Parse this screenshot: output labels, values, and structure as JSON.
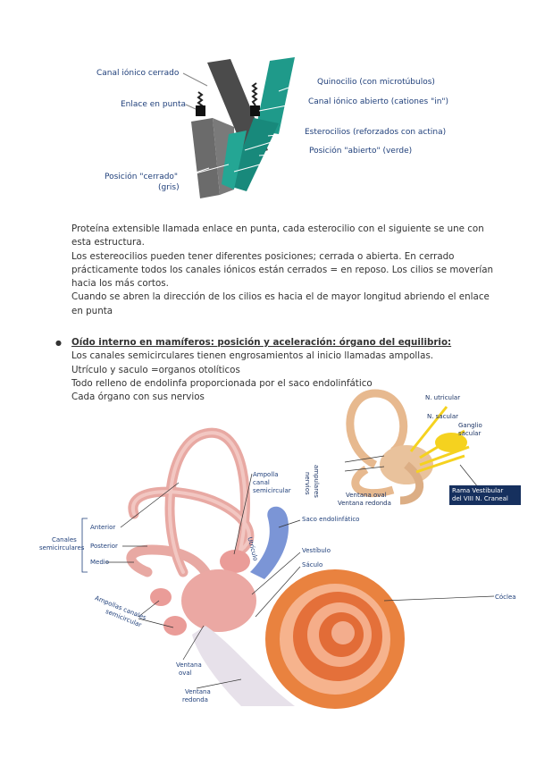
{
  "stereocilia_figure": {
    "labels": {
      "closed_channel": "Canal iónico cerrado",
      "tip_link": "Enlace en punta",
      "closed_position_1": "Posición \"cerrado\"",
      "closed_position_2": "(gris)",
      "kinocilium": "Quinocilio (con microtúbulos)",
      "open_channel": "Canal iónico abierto (cationes \"in\")",
      "stereocilia": "Esterocilios (reforzados con actina)",
      "open_position": "Posición \"abierto\"  (verde)"
    },
    "colors": {
      "closed": "#5d5d5d",
      "open": "#1f9a8a"
    }
  },
  "paragraph1": {
    "lines": [
      "Proteína extensible llamada enlace en punta, cada esterocilio con el siguiente se une con esta estructura.",
      "Los estereocilios pueden tener diferentes posiciones; cerrada o abierta. En cerrado prácticamente todos los canales iónicos están cerrados = en reposo. Los cilios se moverían hacia los más cortos.",
      "Cuando se abren la dirección de los cilios es hacia el de mayor longitud abriendo el enlace en punta"
    ]
  },
  "section": {
    "bullet": "●",
    "title": "Oído interno en mamíferos: posición y aceleración: órgano del equilibrio:",
    "lines": [
      "Los canales semicirculares tienen engrosamientos al inicio llamadas ampollas.",
      "Utrículo y saculo =organos otolíticos",
      "Todo relleno de endolinfa proporcionada por el saco endolinfático",
      "Cada órgano con sus nervios"
    ]
  },
  "small_figure": {
    "labels": {
      "n_utricular": "N. utricular",
      "n_sacular": "N. sacular",
      "ganglio_1": "Ganglio",
      "ganglio_2": "sacular",
      "nervios_1": "nervios",
      "nervios_2": "ampulares",
      "ventana_oval": "Ventana oval",
      "ventana_redonda": "Ventana redonda",
      "rama_1": "Rama Vestibular",
      "rama_2": "del VIII N. Craneal"
    }
  },
  "large_figure": {
    "labels": {
      "ampolla_1": "Ampolla",
      "ampolla_2": "canal",
      "ampolla_3": "semicircular",
      "saco": "Saco endolinfático",
      "utriculo": "Utrículo",
      "vestibulo": "Vestíbulo",
      "saculo": "Sáculo",
      "coclea": "Cóclea",
      "canales_1": "Canales",
      "canales_2": "semicirculares",
      "anterior": "Anterior",
      "posterior": "Posterior",
      "medio": "Medio",
      "ampollas_1": "Ampollas canales",
      "ampollas_2": "semicircular",
      "ventana_oval_1": "Ventana",
      "ventana_oval_2": "oval",
      "ventana_redonda_1": "Ventana",
      "ventana_redonda_2": "redonda"
    }
  }
}
